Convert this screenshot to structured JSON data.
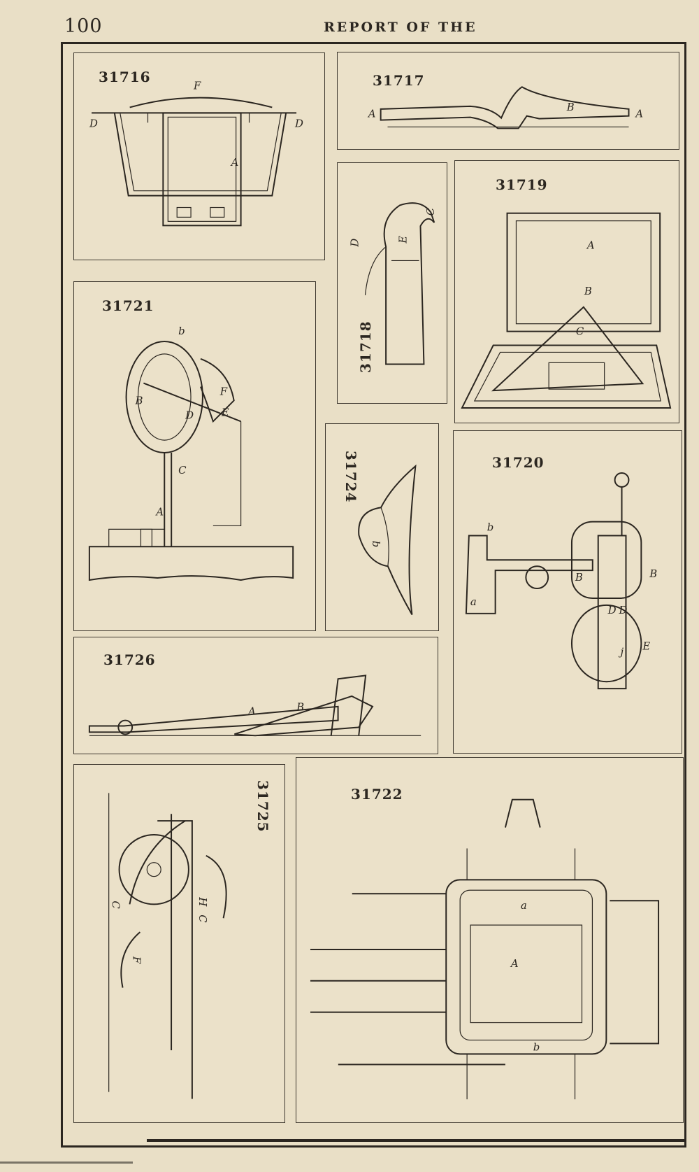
{
  "header": {
    "page_number": "100",
    "running_head": "REPORT OF THE"
  },
  "figures": [
    {
      "id": "31716",
      "labels": [
        "F",
        "D",
        "D",
        "A"
      ]
    },
    {
      "id": "31717",
      "labels": [
        "A",
        "B",
        "A"
      ]
    },
    {
      "id": "31718",
      "labels": [
        "D",
        "E",
        "C"
      ]
    },
    {
      "id": "31719",
      "labels": [
        "A",
        "B",
        "C"
      ]
    },
    {
      "id": "31721",
      "labels": [
        "b",
        "B",
        "F",
        "E",
        "D",
        "C",
        "A"
      ]
    },
    {
      "id": "31724",
      "labels": [
        "b"
      ]
    },
    {
      "id": "31720",
      "labels": [
        "b",
        "a",
        "B",
        "B",
        "D",
        "D",
        "E",
        "j"
      ]
    },
    {
      "id": "31726",
      "labels": [
        "A",
        "B"
      ]
    },
    {
      "id": "31725",
      "labels": [
        "C",
        "H",
        "C",
        "F"
      ]
    },
    {
      "id": "31722",
      "labels": [
        "a",
        "A",
        "b"
      ]
    }
  ]
}
